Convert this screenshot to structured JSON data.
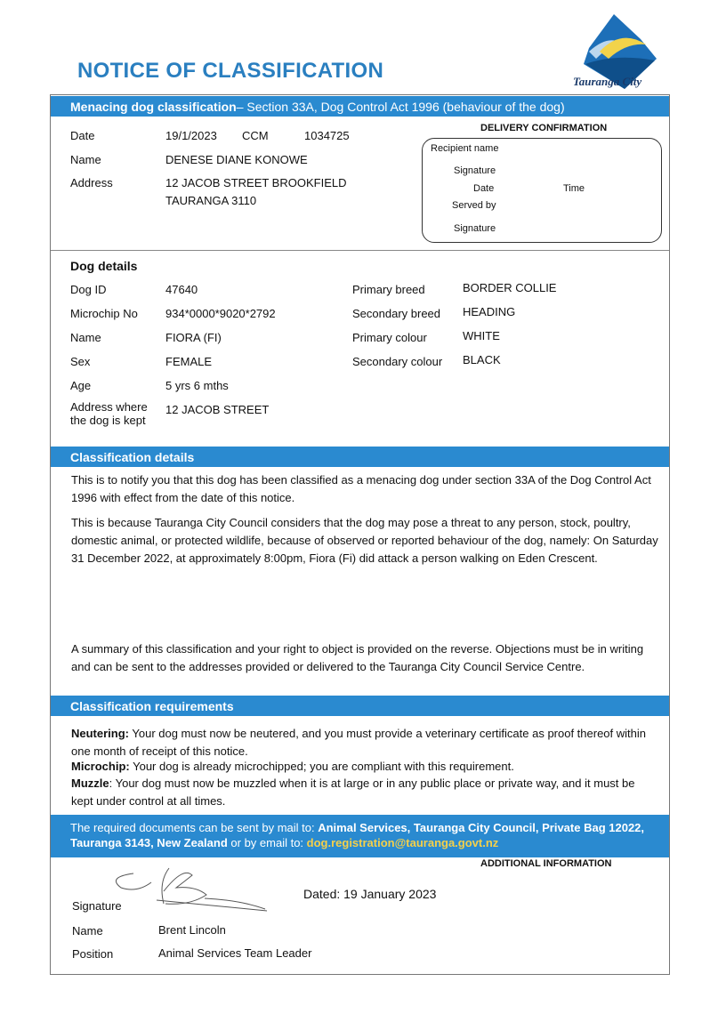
{
  "header": {
    "title": "NOTICE OF CLASSIFICATION",
    "logo_text": "Tauranga City"
  },
  "classification_bar": {
    "bold": "Menacing dog classification",
    "rest": " – Section 33A, Dog Control Act 1996 (behaviour of the dog)"
  },
  "owner": {
    "date_label": "Date",
    "date": "19/1/2023",
    "ccm": "CCM",
    "ref": "1034725",
    "name_label": "Name",
    "name": "DENESE DIANE KONOWE",
    "address_label": "Address",
    "address_line1": "12 JACOB STREET BROOKFIELD",
    "address_line2": "TAURANGA  3110"
  },
  "delivery": {
    "title": "DELIVERY CONFIRMATION",
    "recipient": "Recipient name",
    "signature": "Signature",
    "date": "Date",
    "time": "Time",
    "served_by": "Served by",
    "signature2": "Signature"
  },
  "dog": {
    "heading": "Dog details",
    "id_label": "Dog ID",
    "id": "47640",
    "chip_label": "Microchip No",
    "chip": "934*0000*9020*2792",
    "name_label": "Name",
    "name": "FIORA (FI)",
    "sex_label": "Sex",
    "sex": "FEMALE",
    "age_label": "Age",
    "age": "5 yrs 6 mths",
    "kept_label1": "Address where",
    "kept_label2": "the dog is kept",
    "kept": "12 JACOB STREET",
    "pbreed_label": "Primary breed",
    "pbreed": "BORDER COLLIE",
    "sbreed_label": "Secondary breed",
    "sbreed": "HEADING",
    "pcolour_label": "Primary colour",
    "pcolour": "WHITE",
    "scolour_label": "Secondary colour",
    "scolour": "BLACK"
  },
  "details": {
    "heading": "Classification details",
    "p1": "This is to notify you that this dog has been classified as a menacing dog under section 33A of the Dog Control Act 1996 with effect from the date of this notice.",
    "p2": "This is because Tauranga City Council considers that the dog may pose a threat to any person, stock, poultry, domestic animal, or protected wildlife, because of observed or reported behaviour of the dog, namely: On Saturday 31 December 2022, at approximately 8:00pm, Fiora (Fi) did attack a person walking on Eden Crescent.",
    "p3": "A summary of this classification and your right to object is provided on the reverse. Objections must be in writing and can be sent to the addresses provided or delivered to the Tauranga City Council Service Centre."
  },
  "requirements": {
    "heading": "Classification requirements",
    "neuter_label": "Neutering:",
    "neuter": " Your dog must now be neutered, and you must provide a veterinary certificate as proof thereof within one month of receipt of this notice.",
    "chip_label": "Microchip:",
    "chip": " Your dog is already microchipped; you are compliant with this requirement.",
    "muzzle_label": "Muzzle",
    "muzzle": ": Your dog must now be muzzled when it is at large or in any public place or private way, and it must be kept under control at all times."
  },
  "footer": {
    "t1": "The required documents can be sent by mail to: ",
    "t2": "Animal Services, Tauranga City Council, Private Bag 12022, Tauranga 3143, New Zealand",
    "t3": " or by email to: ",
    "email": "dog.registration@tauranga.govt.nz",
    "additional": "ADDITIONAL INFORMATION"
  },
  "signoff": {
    "signature_label": "Signature",
    "dated": "Dated: 19 January 2023",
    "name_label": "Name",
    "name": "Brent Lincoln",
    "position_label": "Position",
    "position": "Animal Services Team Leader"
  },
  "colors": {
    "accent": "#2a8ad0",
    "title": "#2a7fc0",
    "email": "#f5d04a"
  }
}
